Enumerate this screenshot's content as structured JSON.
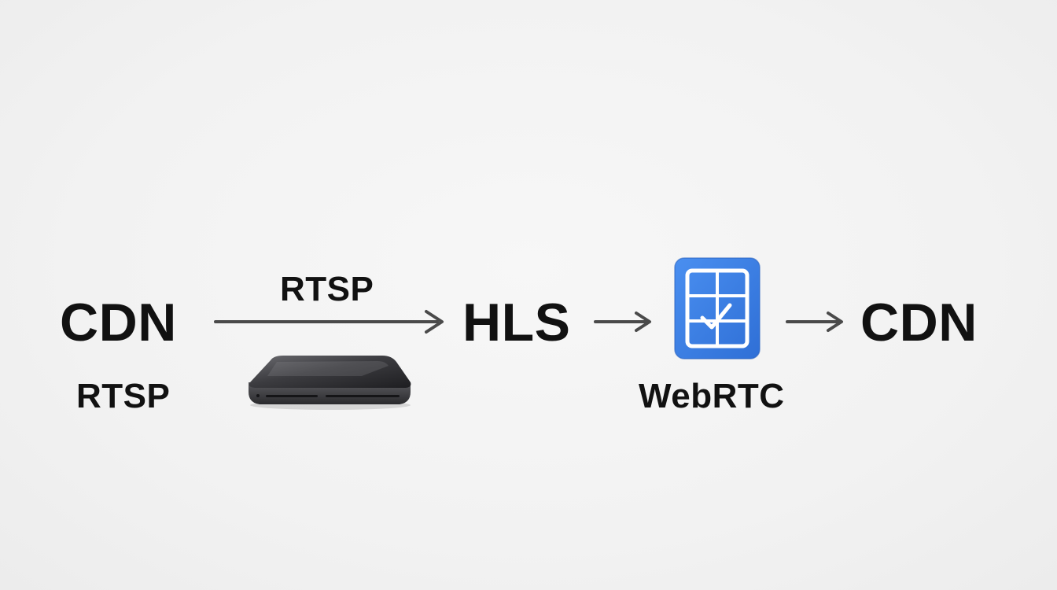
{
  "diagram": {
    "source_label": "CDN",
    "source_sublabel": "RTSP",
    "edge_label": "RTSP",
    "middle_label": "HLS",
    "webrtc_label": "WebRTC",
    "target_label": "CDN"
  },
  "icons": {
    "device": "media-server-device-icon",
    "webrtc": "webrtc-grid-check-icon"
  },
  "colors": {
    "background": "#f3f3f3",
    "text": "#111111",
    "arrow": "#4a4a4a",
    "webrtc_blue": "#3b7fe0",
    "device_dark": "#3a3a3c"
  }
}
